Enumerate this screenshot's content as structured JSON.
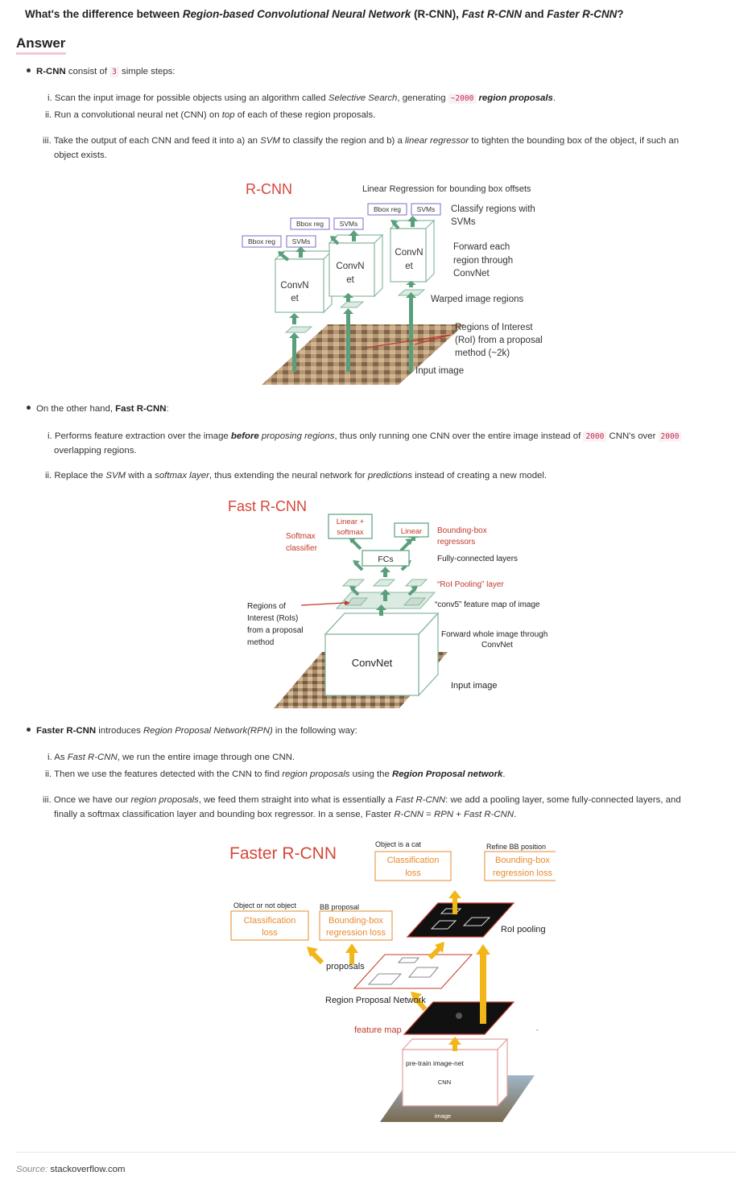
{
  "question": {
    "p1": "What's the difference between ",
    "p2": "Region-based Convolutional Neural Network",
    "p3": " (R-CNN), ",
    "p4": "Fast R-CNN",
    "p5": " and ",
    "p6": "Faster R-CNN",
    "p7": "?"
  },
  "answer_heading": "Answer",
  "rcnn": {
    "b1": "R-CNN",
    "b2": " consist of ",
    "b3": "3",
    "b4": " simple steps:",
    "s1a": "i. Scan the input image for possible objects using an algorithm called ",
    "s1b": "Selective Search",
    "s1c": ", generating ",
    "s1d": "~2000",
    "s1e": "region proposals",
    "s1f": ".",
    "s2a": "ii. Run a convolutional neural net (CNN) on ",
    "s2b": "top",
    "s2c": " of each of these region proposals.",
    "s3a": "iii. Take the output of each CNN and feed it into a) an ",
    "s3b": "SVM",
    "s3c": " to classify the region and b) a ",
    "s3d": "linear regressor",
    "s3e": " to tighten the bounding box of the object, if such an",
    "s3f": "object exists."
  },
  "fig1": {
    "title": "R-CNN",
    "linreg": "Linear Regression for bounding box offsets",
    "bbox": "Bbox reg",
    "svms": "SVMs",
    "classify1": "Classify regions with",
    "classify2": "SVMs",
    "forward1": "Forward each",
    "forward2": "region through",
    "forward3": "ConvNet",
    "convn": "ConvN",
    "et": "et",
    "warped": "Warped image regions",
    "roi1": "Regions of Interest",
    "roi2": "(RoI) from a proposal",
    "roi3": "method (~2k)",
    "input": "Input image"
  },
  "fast": {
    "b1": "On the other hand, ",
    "b2": "Fast R-CNN",
    "b3": ":",
    "s1a": "i. Performs feature extraction over the image ",
    "s1b": "before",
    "s1c": " proposing regions",
    "s1d": ", thus only running one CNN over the entire image instead of ",
    "s1e": "2000",
    "s1f": " CNN's over ",
    "s1g": "2000",
    "s1h": "overlapping regions.",
    "s2a": "ii. Replace the ",
    "s2b": "SVM",
    "s2c": " with a ",
    "s2d": "softmax layer",
    "s2e": ", thus extending the neural network for ",
    "s2f": "predictions",
    "s2g": " instead of creating a new model."
  },
  "fig2": {
    "title": "Fast R-CNN",
    "linsoft1": "Linear +",
    "linsoft2": "softmax",
    "linear": "Linear",
    "softmax1": "Softmax",
    "softmax2": "classifier",
    "bbreg1": "Bounding-box",
    "bbreg2": "regressors",
    "fcs": "FCs",
    "fc_layers": "Fully-connected layers",
    "roipool": "“RoI Pooling” layer",
    "conv5": "“conv5” feature map of image",
    "regions1": "Regions of",
    "regions2": "Interest (RoIs)",
    "regions3": "from a proposal",
    "regions4": "method",
    "forward1": "Forward whole image through",
    "forward2": "ConvNet",
    "convnet": "ConvNet",
    "input": "Input image"
  },
  "faster": {
    "b1": "Faster R-CNN",
    "b2": " introduces ",
    "b3": "Region Proposal Network(RPN)",
    "b4": " in the following way:",
    "s1a": "i. As ",
    "s1b": "Fast R-CNN",
    "s1c": ", we run the entire image through one CNN.",
    "s2a": "ii. Then we use the features detected with the CNN to find ",
    "s2b": "region proposals",
    "s2c": " using the ",
    "s2d": "Region Proposal network",
    "s2e": ".",
    "s3a": "iii. Once we have our ",
    "s3b": "region proposals",
    "s3c": ", we feed them straight into what is essentially a ",
    "s3d": "Fast R-CNN",
    "s3e": ": we add a pooling layer, some fully-connected layers, and",
    "s3f": "finally a softmax classification layer and bounding box regressor. In a sense, Faster ",
    "s3g": "R-CNN",
    "s3h": " = ",
    "s3i": "RPN",
    "s3j": " + ",
    "s3k": "Fast R-CNN",
    "s3l": "."
  },
  "fig3": {
    "title": "Faster R-CNN",
    "obj_cat": "Object is a cat",
    "refine": "Refine BB position",
    "class1": "Classification",
    "class2": "loss",
    "bbloss1": "Bounding-box",
    "bbloss2": "regression loss",
    "obj_not": "Object or not object",
    "bb_prop": "BB proposal",
    "roipool": "RoI pooling",
    "proposals": "proposals",
    "rpn": "Region Proposal Network",
    "featmap": "feature map",
    "pretrain": "pre-train image-net",
    "cnn": "CNN",
    "image": "image",
    "dash": "-"
  },
  "colors": {
    "accent_red": "#c0392b",
    "orange": "#e98a2d",
    "teal": "#5a9f7c",
    "arrow_yellow": "#f2b619",
    "purple": "#7b6bc9"
  },
  "source": {
    "label": "Source:",
    "value": " stackoverflow.com"
  }
}
